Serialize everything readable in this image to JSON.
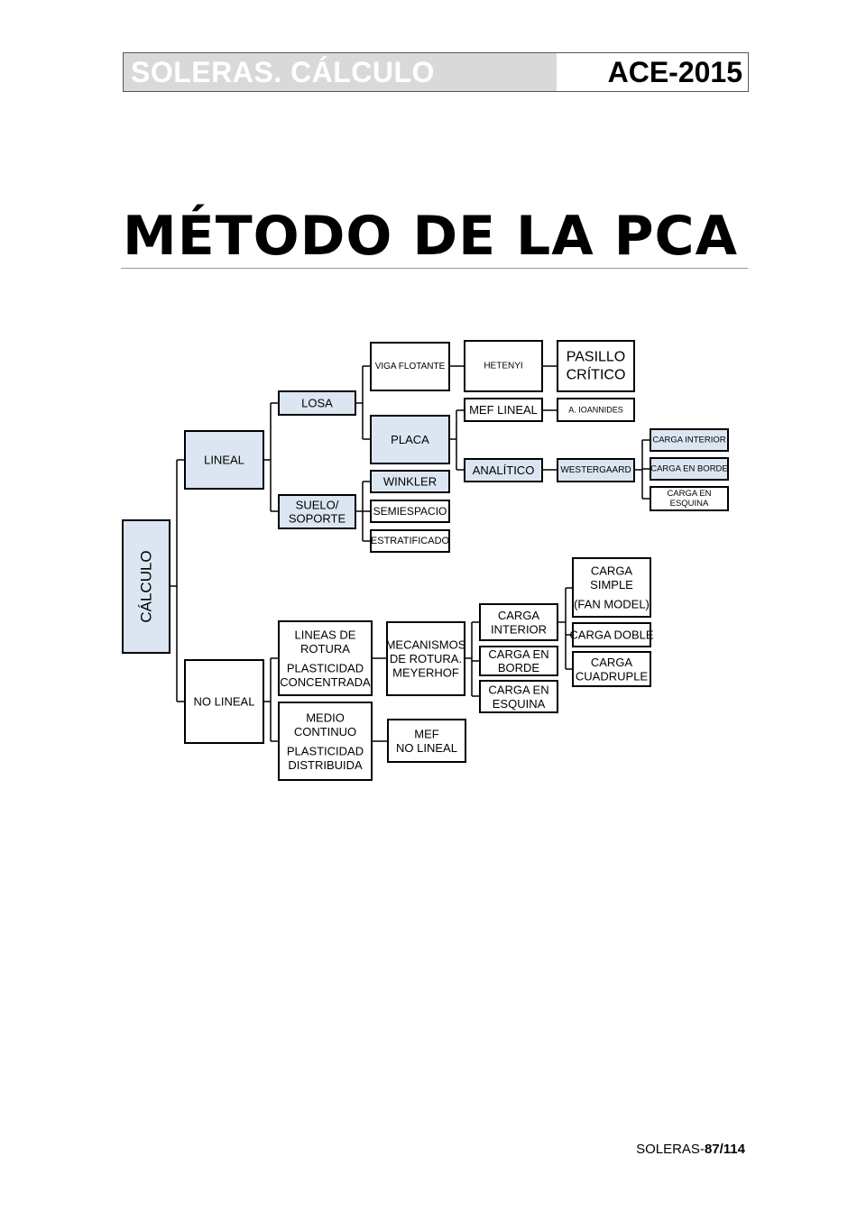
{
  "header": {
    "section": "SOLERAS.  CÁLCULO",
    "code": "ACE-2015"
  },
  "title": "MÉTODO DE LA PCA",
  "diagram": {
    "nodes": {
      "calculo": "CÁLCULO",
      "lineal": "LINEAL",
      "no_lineal": "NO LINEAL",
      "losa": "LOSA",
      "suelo_soporte": [
        "SUELO/",
        "SOPORTE"
      ],
      "viga_flotante": "VIGA FLOTANTE",
      "placa": "PLACA",
      "hetenyi": "HETENYI",
      "pasillo_critico": [
        "PASILLO",
        "CRÍTICO"
      ],
      "mef_lineal": "MEF LINEAL",
      "a_ioannides": "A. IOANNIDES",
      "analitico": "ANALÍTICO",
      "westergaard": "WESTERGAARD",
      "carga_interior_w": "CARGA INTERIOR",
      "carga_en_borde_w": "CARGA EN BORDE",
      "carga_en_esquina_w": [
        "CARGA EN",
        "ESQUINA"
      ],
      "winkler": "WINKLER",
      "semiespacio": "SEMIESPACIO",
      "estratificado": "ESTRATIFICADO",
      "lineas_rotura": [
        "LINEAS DE",
        "ROTURA",
        "PLASTICIDAD",
        "CONCENTRADA"
      ],
      "medio_continuo": [
        "MEDIO",
        "CONTINUO",
        "PLASTICIDAD",
        "DISTRIBUIDA"
      ],
      "mecanismos": [
        "MECANISMOS",
        "DE ROTURA.",
        "MEYERHOF"
      ],
      "mef_no_lineal": [
        "MEF",
        "NO LINEAL"
      ],
      "carga_interior_m": [
        "CARGA",
        "INTERIOR"
      ],
      "carga_en_borde_m": [
        "CARGA EN",
        "BORDE"
      ],
      "carga_en_esquina_m": [
        "CARGA EN",
        "ESQUINA"
      ],
      "carga_simple": [
        "CARGA",
        "SIMPLE",
        "(FAN MODEL)"
      ],
      "carga_doble": "CARGA DOBLE",
      "carga_cuadruple": [
        "CARGA",
        "CUADRUPLE"
      ]
    }
  },
  "footer": {
    "prefix": "SOLERAS-",
    "page": "87",
    "total": "/114"
  },
  "colors": {
    "highlight_fill": "#dce6f2",
    "header_gray": "#d9d9d9"
  }
}
